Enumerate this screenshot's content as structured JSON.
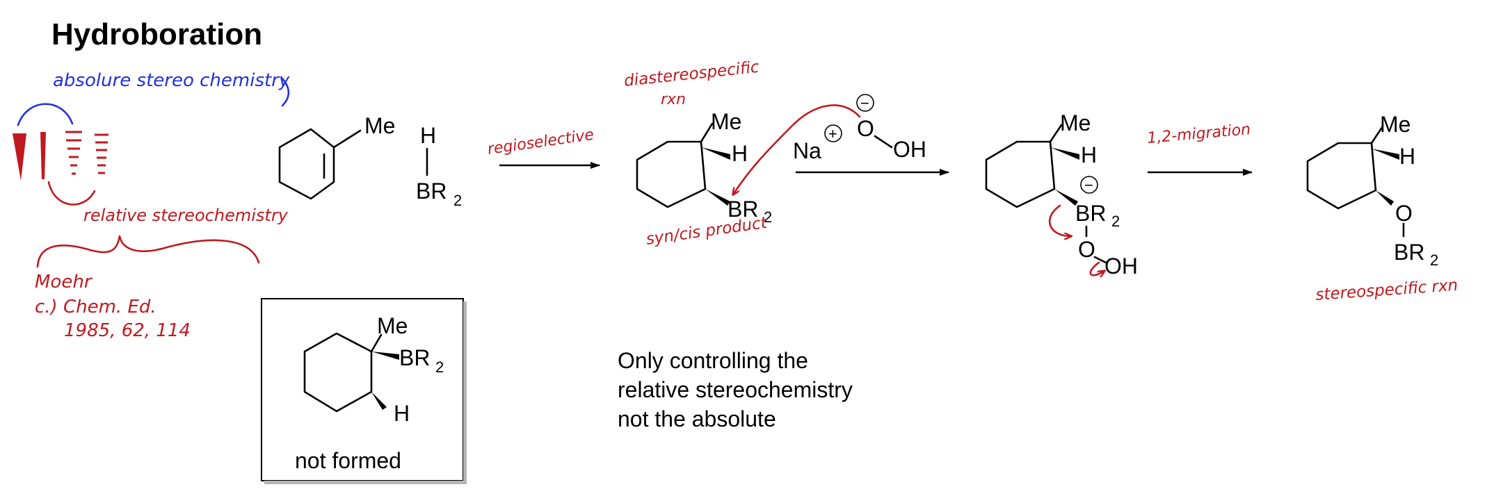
{
  "slide": {
    "title": "Hydroboration",
    "colors": {
      "ink": "#000000",
      "annotation_red": "#c0191f",
      "annotation_blue": "#1f2fe0"
    }
  },
  "annotations": {
    "absolute": "absolure stereo chemistry",
    "relative": "relative stereochemistry",
    "reference_line1": "Moehr",
    "reference_line2": "c.) Chem. Ed.",
    "reference_line3": "1985, 62, 114",
    "regioselective": "regioselective",
    "diastereospecific_line1": "diastereospecific",
    "diastereospecific_line2": "rxn",
    "syn_cis": "syn/cis product",
    "migration": "1,2-migration",
    "stereospecific": "stereospecific rxn"
  },
  "reactants": {
    "me": "Me",
    "h": "H",
    "br2": "BR",
    "sub2": "2"
  },
  "step2": {
    "na": "Na",
    "plus": "+",
    "minus": "−",
    "o": "O",
    "oh": "OH"
  },
  "products": {
    "me": "Me",
    "h": "H",
    "br": "BR",
    "sub2": "2",
    "o": "O",
    "oh": "OH",
    "minus": "−"
  },
  "box": {
    "me": "Me",
    "br": "BR",
    "sub2": "2",
    "h": "H",
    "caption": "not formed"
  },
  "note": {
    "line1": "Only controlling the",
    "line2": "relative stereochemistry",
    "line3": "not the absolute"
  }
}
